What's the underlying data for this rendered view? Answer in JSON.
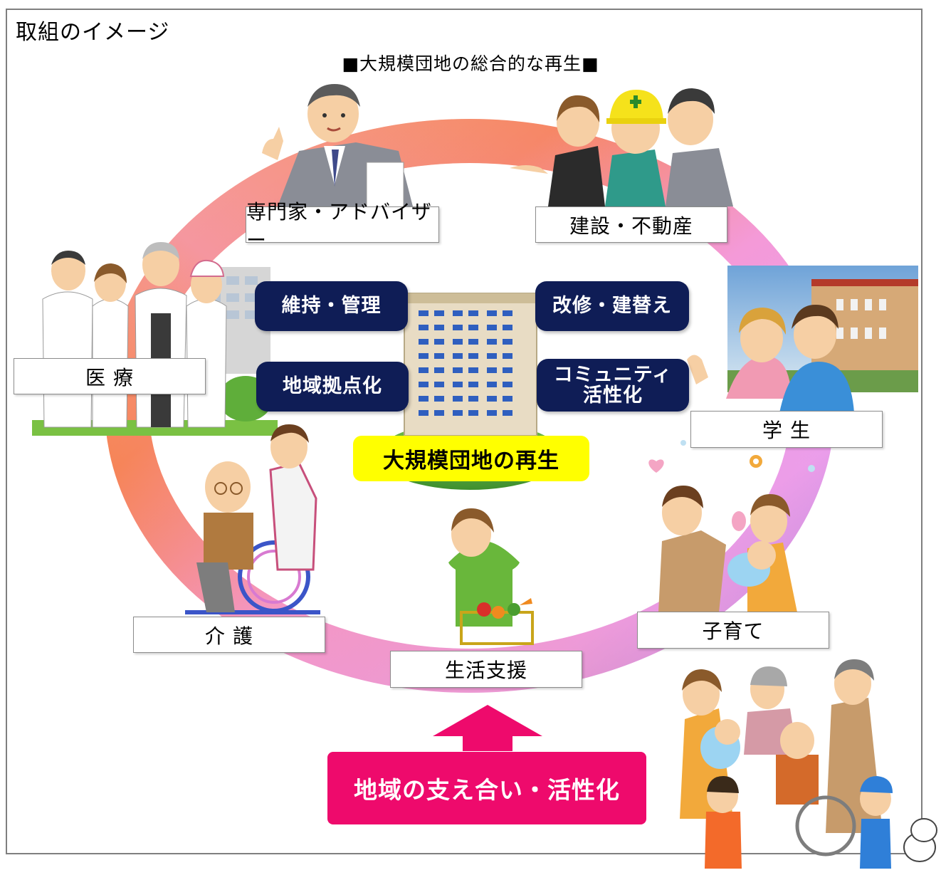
{
  "corner_title": "取組のイメージ",
  "subtitle": "■大規模団地の総合的な再生■",
  "center": {
    "label": "大規模団地の再生"
  },
  "center_actions": [
    {
      "label": "維持・管理"
    },
    {
      "label": "改修・建替え"
    },
    {
      "label": "地域拠点化"
    },
    {
      "label": "コミュニティ\n活性化"
    }
  ],
  "cycle_items": {
    "experts": "専門家・アドバイザー",
    "construction": "建設・不動産",
    "medical": "医 療",
    "students": "学 生",
    "care": "介 護",
    "childcare": "子育て",
    "life_support": "生活支援"
  },
  "bottom_banner": "地域の支え合い・活性化",
  "colors": {
    "navy": "#0f1d56",
    "yellow": "#ffff00",
    "pink_banner": "#ee0a6c",
    "ring_orange": "#f6824a",
    "ring_pink": "#f49ad8",
    "ring_purple": "#8f7fe0"
  }
}
